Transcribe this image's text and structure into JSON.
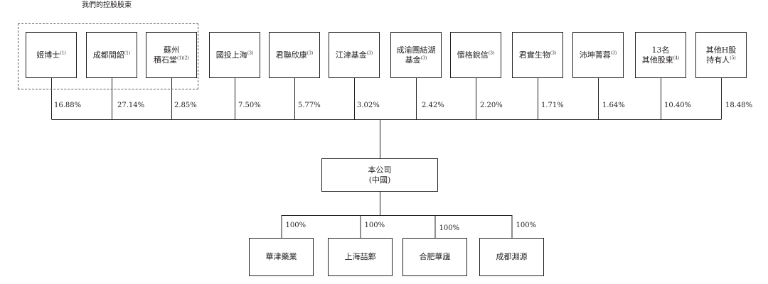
{
  "header": {
    "group_label": "我們的控股股東"
  },
  "shareholders": [
    {
      "lines": [
        "姬博士"
      ],
      "note": "(1)",
      "percent": "16.88%"
    },
    {
      "lines": [
        "成都間韶"
      ],
      "note": "(1)",
      "percent": "27.14%"
    },
    {
      "lines": [
        "蘇州",
        "積石堂"
      ],
      "note": "(1)(2)",
      "percent": "2.85%"
    },
    {
      "lines": [
        "國投上海"
      ],
      "note": "(3)",
      "percent": "7.50%"
    },
    {
      "lines": [
        "君聯欣康"
      ],
      "note": "(3)",
      "percent": "5.77%"
    },
    {
      "lines": [
        "江津基金"
      ],
      "note": "(3)",
      "percent": "3.02%"
    },
    {
      "lines": [
        "成渝團結湖",
        "基金"
      ],
      "note": "(3)",
      "percent": "2.42%"
    },
    {
      "lines": [
        "懷格銳信"
      ],
      "note": "(3)",
      "percent": "2.20%"
    },
    {
      "lines": [
        "君實生物"
      ],
      "note": "(3)",
      "percent": "1.71%"
    },
    {
      "lines": [
        "沛坤菁蓉"
      ],
      "note": "(3)",
      "percent": "1.64%"
    },
    {
      "lines": [
        "13名",
        "其他股東"
      ],
      "note": "(4)",
      "percent": "10.40%"
    },
    {
      "lines": [
        "其他H股",
        "持有人"
      ],
      "note": "(5)",
      "percent": "18.48%"
    }
  ],
  "company": {
    "lines": [
      "本公司",
      "(中國)"
    ]
  },
  "subsidiaries": [
    {
      "name": "華津藥業",
      "percent": "100%"
    },
    {
      "name": "上海喆鄴",
      "percent": "100%"
    },
    {
      "name": "合肥華廬",
      "percent": "100%"
    },
    {
      "name": "成都淵源",
      "percent": "100%"
    }
  ]
}
